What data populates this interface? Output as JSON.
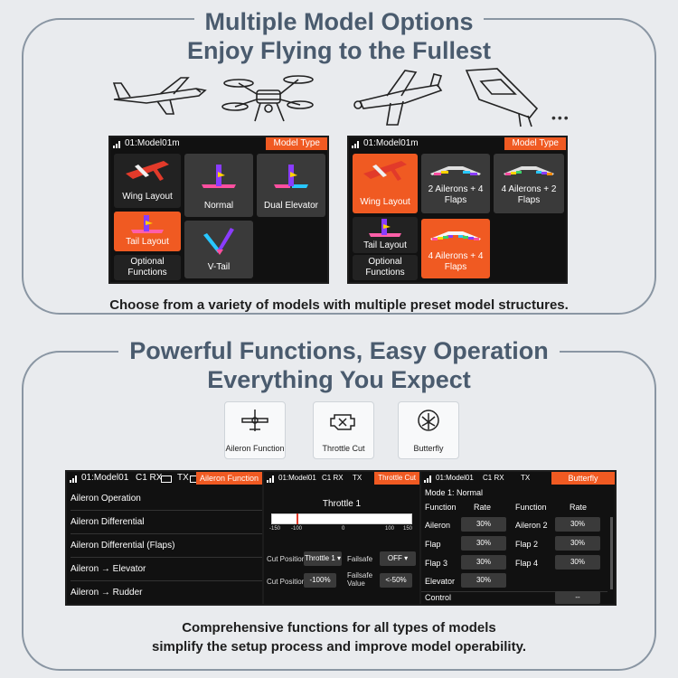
{
  "section1": {
    "title_line1": "Multiple Model Options",
    "title_line2": "Enjoy Flying to the Fullest",
    "ellipsis": "•••",
    "caption": "Choose from a variety of models with multiple preset model structures."
  },
  "screen1": {
    "header": "01:Model01m",
    "badge": "Model Type",
    "tiles": [
      "Wing Layout",
      "Normal",
      "Dual Elevator",
      "Tail Layout",
      "V-Tail",
      "Optional Functions"
    ]
  },
  "screen2": {
    "header": "01:Model01m",
    "badge": "Model Type",
    "tiles": [
      "Wing Layout",
      "2 Ailerons + 4 Flaps",
      "4 Ailerons + 2 Flaps",
      "Tail Layout",
      "4 Ailerons + 4 Flaps",
      "Optional Functions"
    ]
  },
  "section2": {
    "title_line1": "Powerful Functions, Easy Operation",
    "title_line2": "Everything You Expect",
    "caption_line1": "Comprehensive functions for all types of models",
    "caption_line2": "simplify the setup process and improve model operability."
  },
  "feature_buttons": [
    {
      "label": "Aileron Function",
      "icon": "plane-icon"
    },
    {
      "label": "Throttle Cut",
      "icon": "engine-icon"
    },
    {
      "label": "Butterfly",
      "icon": "butterfly-icon"
    }
  ],
  "screen3": {
    "model": "01:Model01",
    "rx": "C1 RX",
    "tx": "TX",
    "badge": "Aileron Function",
    "items": [
      "Aileron Operation",
      "Aileron Differential",
      "Aileron Differential (Flaps)",
      "Aileron → Elevator",
      "Aileron → Rudder"
    ]
  },
  "screen4": {
    "model": "01:Model01",
    "rx": "C1 RX",
    "tx": "TX",
    "badge": "Throttle Cut",
    "title": "Throttle 1",
    "ticks": [
      "-150",
      "-100",
      "0",
      "100",
      "150"
    ],
    "cut_position_label": "Cut Position",
    "cut_position_value": "Throttle 1",
    "failsafe_label": "Failsafe",
    "failsafe_value": "OFF",
    "cut_position2_label": "Cut Position",
    "cut_position2_value": "-100%",
    "failsafe_value_label_1": "Failsafe",
    "failsafe_value_label_2": "Value",
    "failsafe_value_value": "<-50%"
  },
  "screen5": {
    "model": "01:Model01",
    "rx": "C1 RX",
    "tx": "TX",
    "badge": "Butterfly",
    "mode": "Mode 1: Normal",
    "col_function": "Function",
    "col_rate": "Rate",
    "rows_left": [
      {
        "fn": "Aileron",
        "rate": "30%"
      },
      {
        "fn": "Flap",
        "rate": "30%"
      },
      {
        "fn": "Flap 3",
        "rate": "30%"
      },
      {
        "fn": "Elevator",
        "rate": "30%"
      }
    ],
    "rows_right": [
      {
        "fn": "Aileron 2",
        "rate": "30%"
      },
      {
        "fn": "Flap 2",
        "rate": "30%"
      },
      {
        "fn": "Flap 4",
        "rate": "30%"
      }
    ],
    "control_label": "Control",
    "control_value": "--"
  },
  "colors": {
    "accent": "#f05a22",
    "heading": "#4a5b6e",
    "tile": "#3a3a3a",
    "screen_bg": "#111111"
  }
}
